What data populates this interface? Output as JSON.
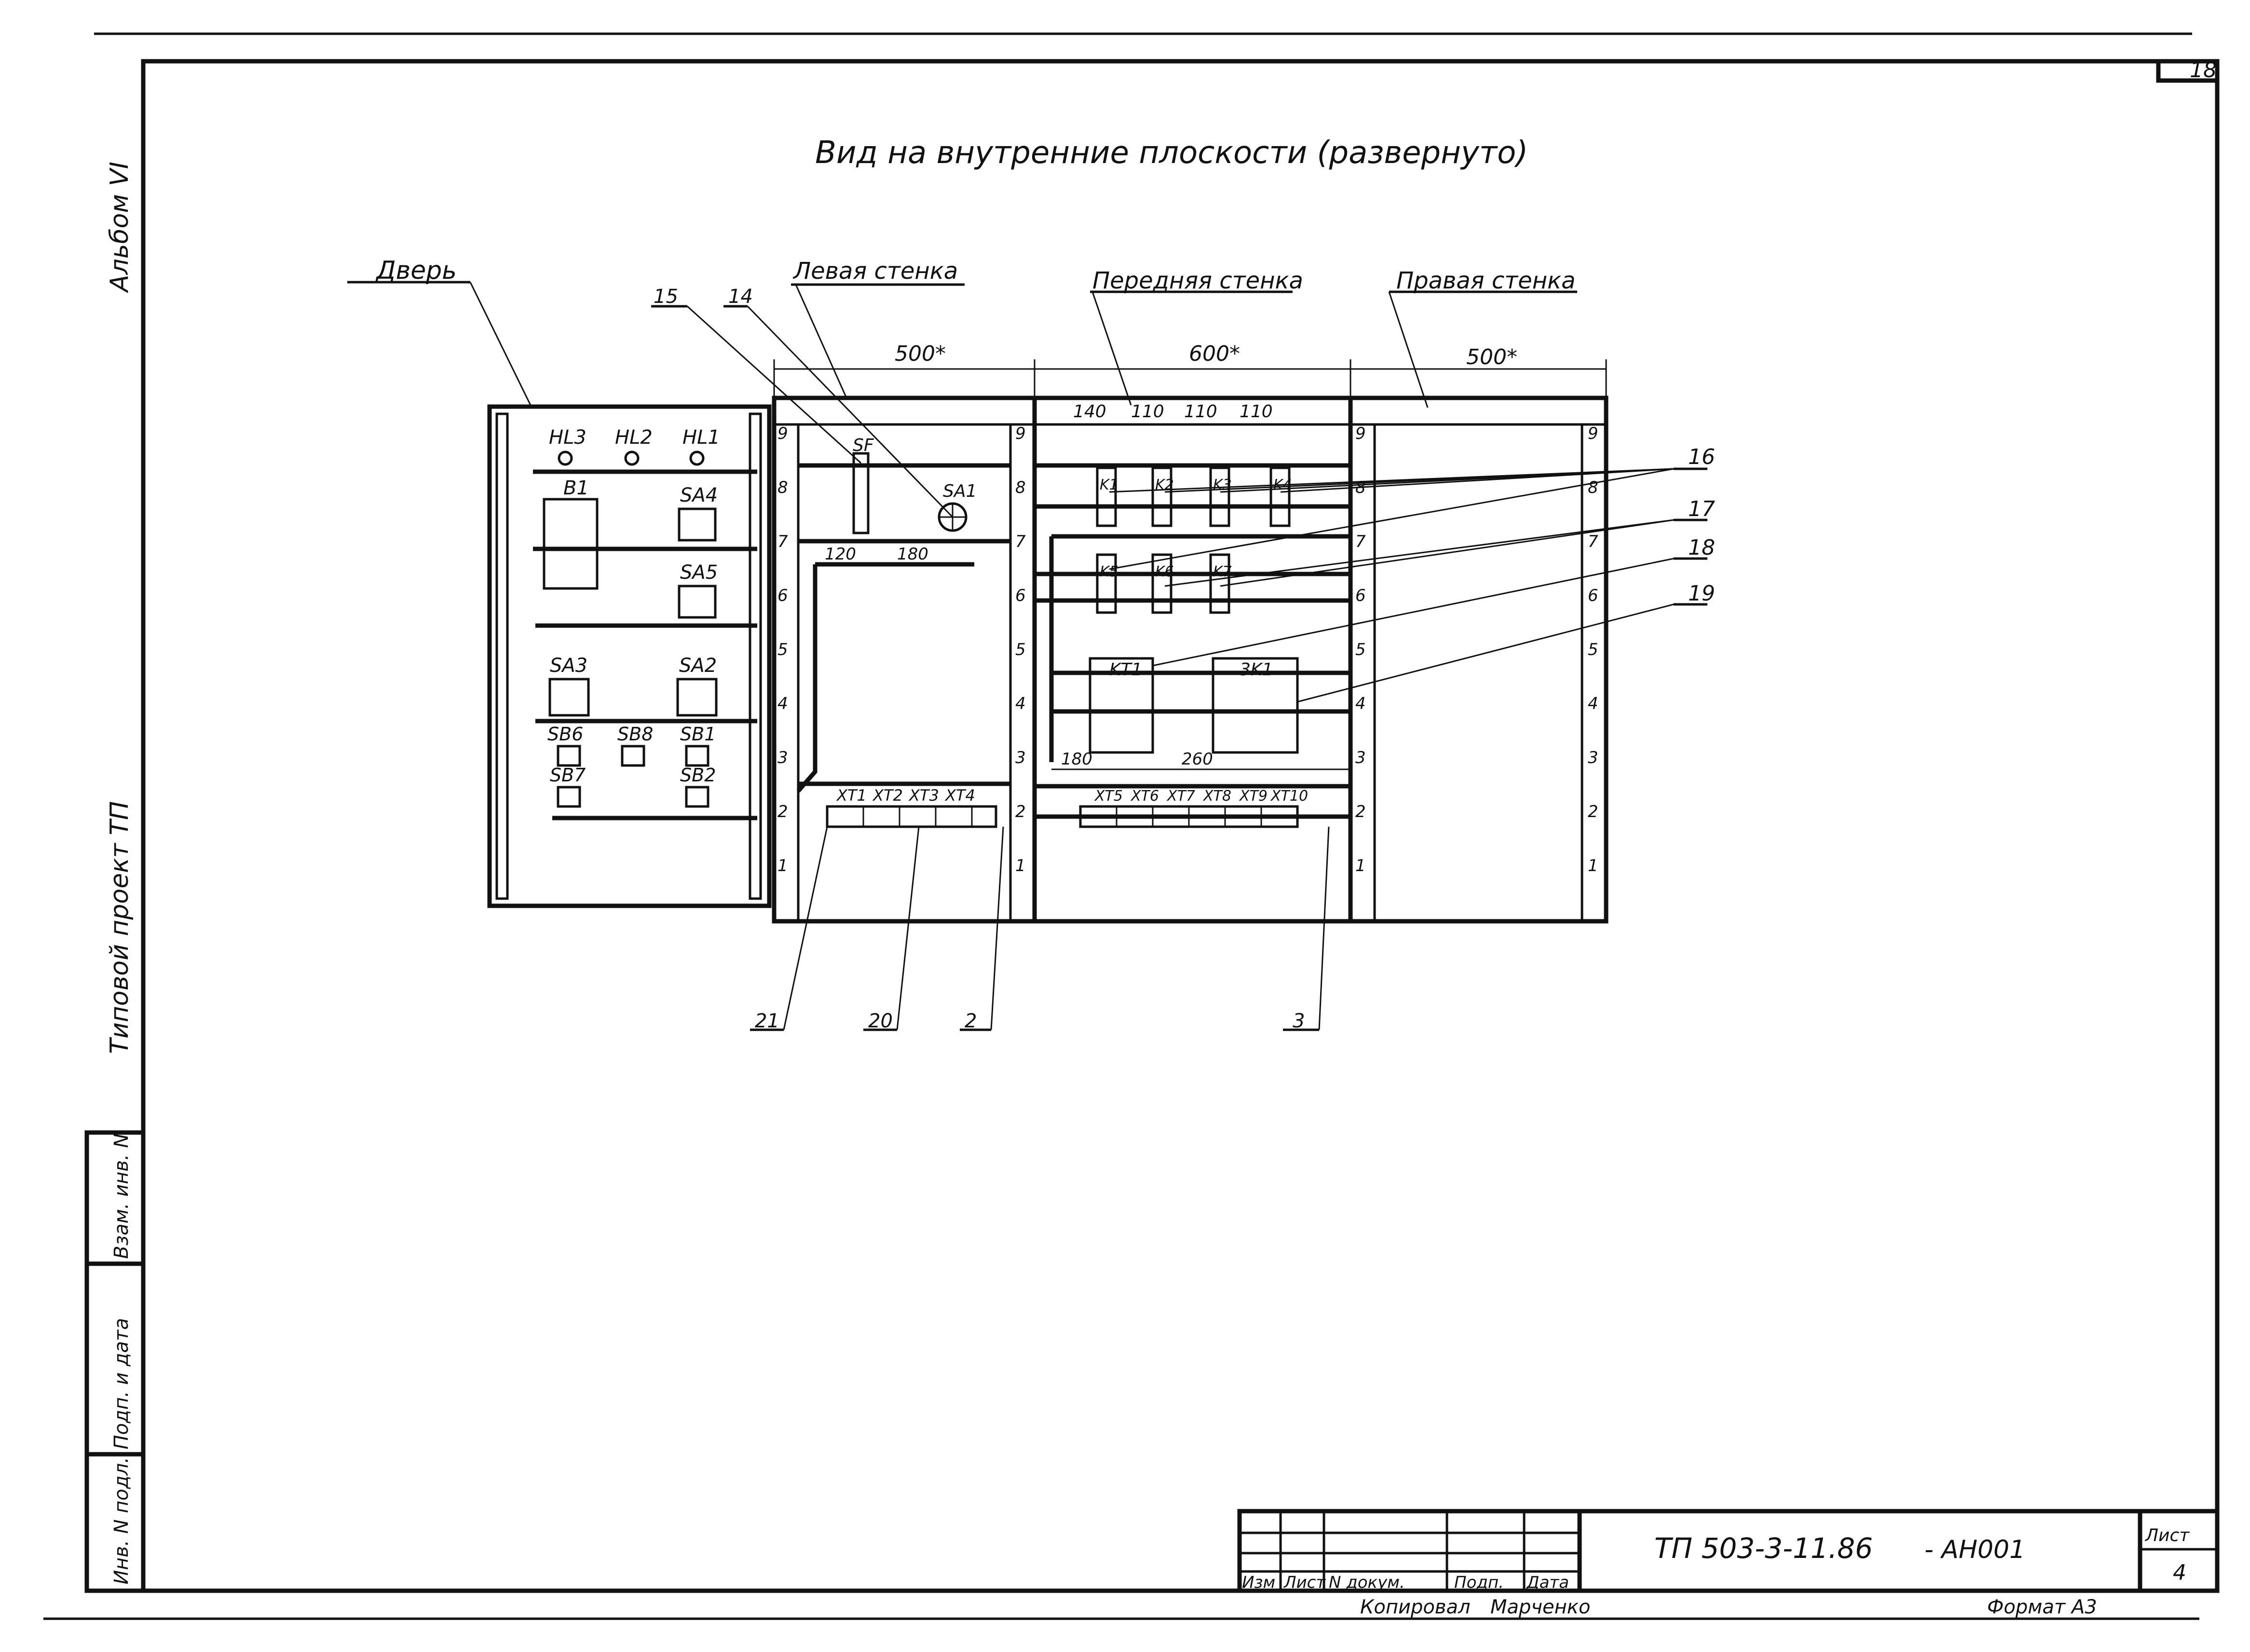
{
  "sheet": {
    "page_number": "18",
    "title": "Вид на внутренние плоскости (развернуто)",
    "album": "Альбом VI",
    "series": "Типовой проект ТП",
    "stamp_columns": [
      "Инв. N подл.",
      "Подп. и дата",
      "Взам. инв. N"
    ]
  },
  "walls": {
    "door": "Дверь",
    "left": "Левая стенка",
    "front": "Передняя стенка",
    "right": "Правая стенка"
  },
  "dimensions": {
    "left_width": "500*",
    "front_width": "600*",
    "right_width": "500*",
    "front_top": [
      "140",
      "110",
      "110",
      "110"
    ],
    "left_inner": [
      "120",
      "180"
    ],
    "front_bottom": [
      "180",
      "260"
    ]
  },
  "scale_marks": [
    "1",
    "2",
    "3",
    "4",
    "5",
    "6",
    "7",
    "8",
    "9"
  ],
  "door_items": [
    "HL3",
    "HL2",
    "HL1",
    "В1",
    "SA4",
    "SA5",
    "SA3",
    "SA2",
    "SB6",
    "SB8",
    "SB1",
    "SB7",
    "SB2"
  ],
  "left_items": {
    "breaker": "SF",
    "switch": "SA1",
    "terminals": [
      "XT1",
      "XT2",
      "XT3",
      "XT4"
    ]
  },
  "front_items": {
    "relays_top": [
      "K1",
      "K2",
      "K3",
      "K4"
    ],
    "relays_mid": [
      "K5",
      "K6",
      "K7"
    ],
    "timers": [
      "KT1",
      "3K1"
    ],
    "terminals": [
      "XT5",
      "XT6",
      "XT7",
      "XT8",
      "XT9",
      "XT10"
    ]
  },
  "callouts": [
    "15",
    "14",
    "16",
    "17",
    "18",
    "19",
    "21",
    "20",
    "2",
    "3"
  ],
  "title_block": {
    "headers": [
      "Изм",
      "Лист",
      "N докум.",
      "Подп.",
      "Дата"
    ],
    "code": "ТП 503-3-11.86",
    "suffix": "- АН001",
    "sheet_label": "Лист",
    "sheet_number": "4",
    "copied_label": "Копировал",
    "copied_by": "Марченко",
    "format": "Формат А3"
  }
}
